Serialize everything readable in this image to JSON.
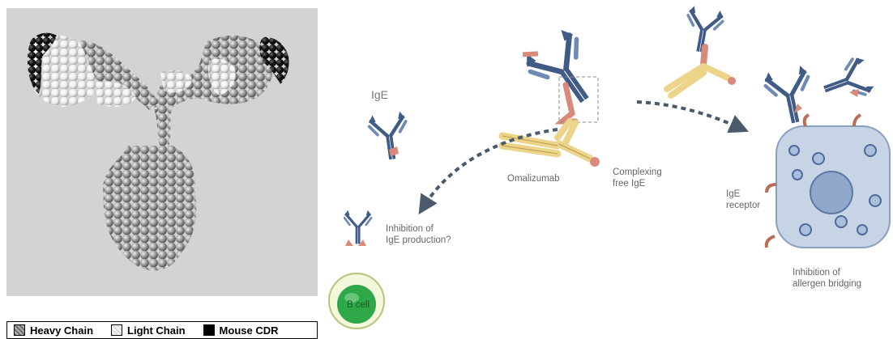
{
  "legend": {
    "items": [
      {
        "label": "Heavy Chain",
        "color": "#8a8a8a"
      },
      {
        "label": "Light Chain",
        "color": "#eeeeee"
      },
      {
        "label": "Mouse CDR",
        "color": "#000000"
      }
    ]
  },
  "diagram": {
    "ige_label": "IgE",
    "omalizumab_label": "Omalizumab",
    "complexing_line1": "Complexing",
    "complexing_line2": "free IgE",
    "inhibition_prod_line1": "Inhibition of",
    "inhibition_prod_line2": "IgE production?",
    "bcell_label": "B cell",
    "receptor_line1": "IgE",
    "receptor_line2": "receptor",
    "bridging_line1": "Inhibition of",
    "bridging_line2": "allergen bridging"
  },
  "colors": {
    "ige_blue": "#3f5b86",
    "omalizumab_yellow": "#ecd58a",
    "allergen_pink": "#d98a7a",
    "arrow_gray": "#4a5a6a",
    "mast_cell": "#c6d4e6",
    "bcell_green": "#2fa84a"
  }
}
